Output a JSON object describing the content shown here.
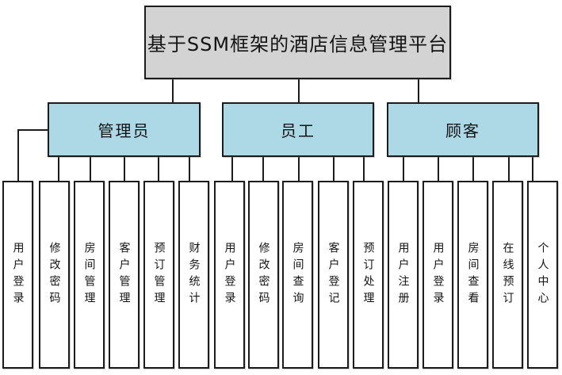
{
  "root": {
    "label": "基于SSM框架的酒店信息管理平台"
  },
  "groups": [
    {
      "label": "管理员",
      "children": [
        "用户登录",
        "修改密码",
        "房间管理",
        "客户管理",
        "预订管理",
        "财务统计"
      ]
    },
    {
      "label": "员工",
      "children": [
        "用户登录",
        "修改密码",
        "房间查询",
        "客户登记",
        "预订处理"
      ]
    },
    {
      "label": "顾客",
      "children": [
        "用户注册",
        "用户登录",
        "房间查看",
        "在线预订",
        "个人中心"
      ]
    }
  ],
  "colors": {
    "root_fill": "#d3d3d3",
    "group_fill": "#add8e6",
    "leaf_fill": "#ffffff",
    "border_color": "#1c1c1c",
    "line_color": "#1c1c1c",
    "text_color": "#141414",
    "bg": "#ffffff"
  }
}
